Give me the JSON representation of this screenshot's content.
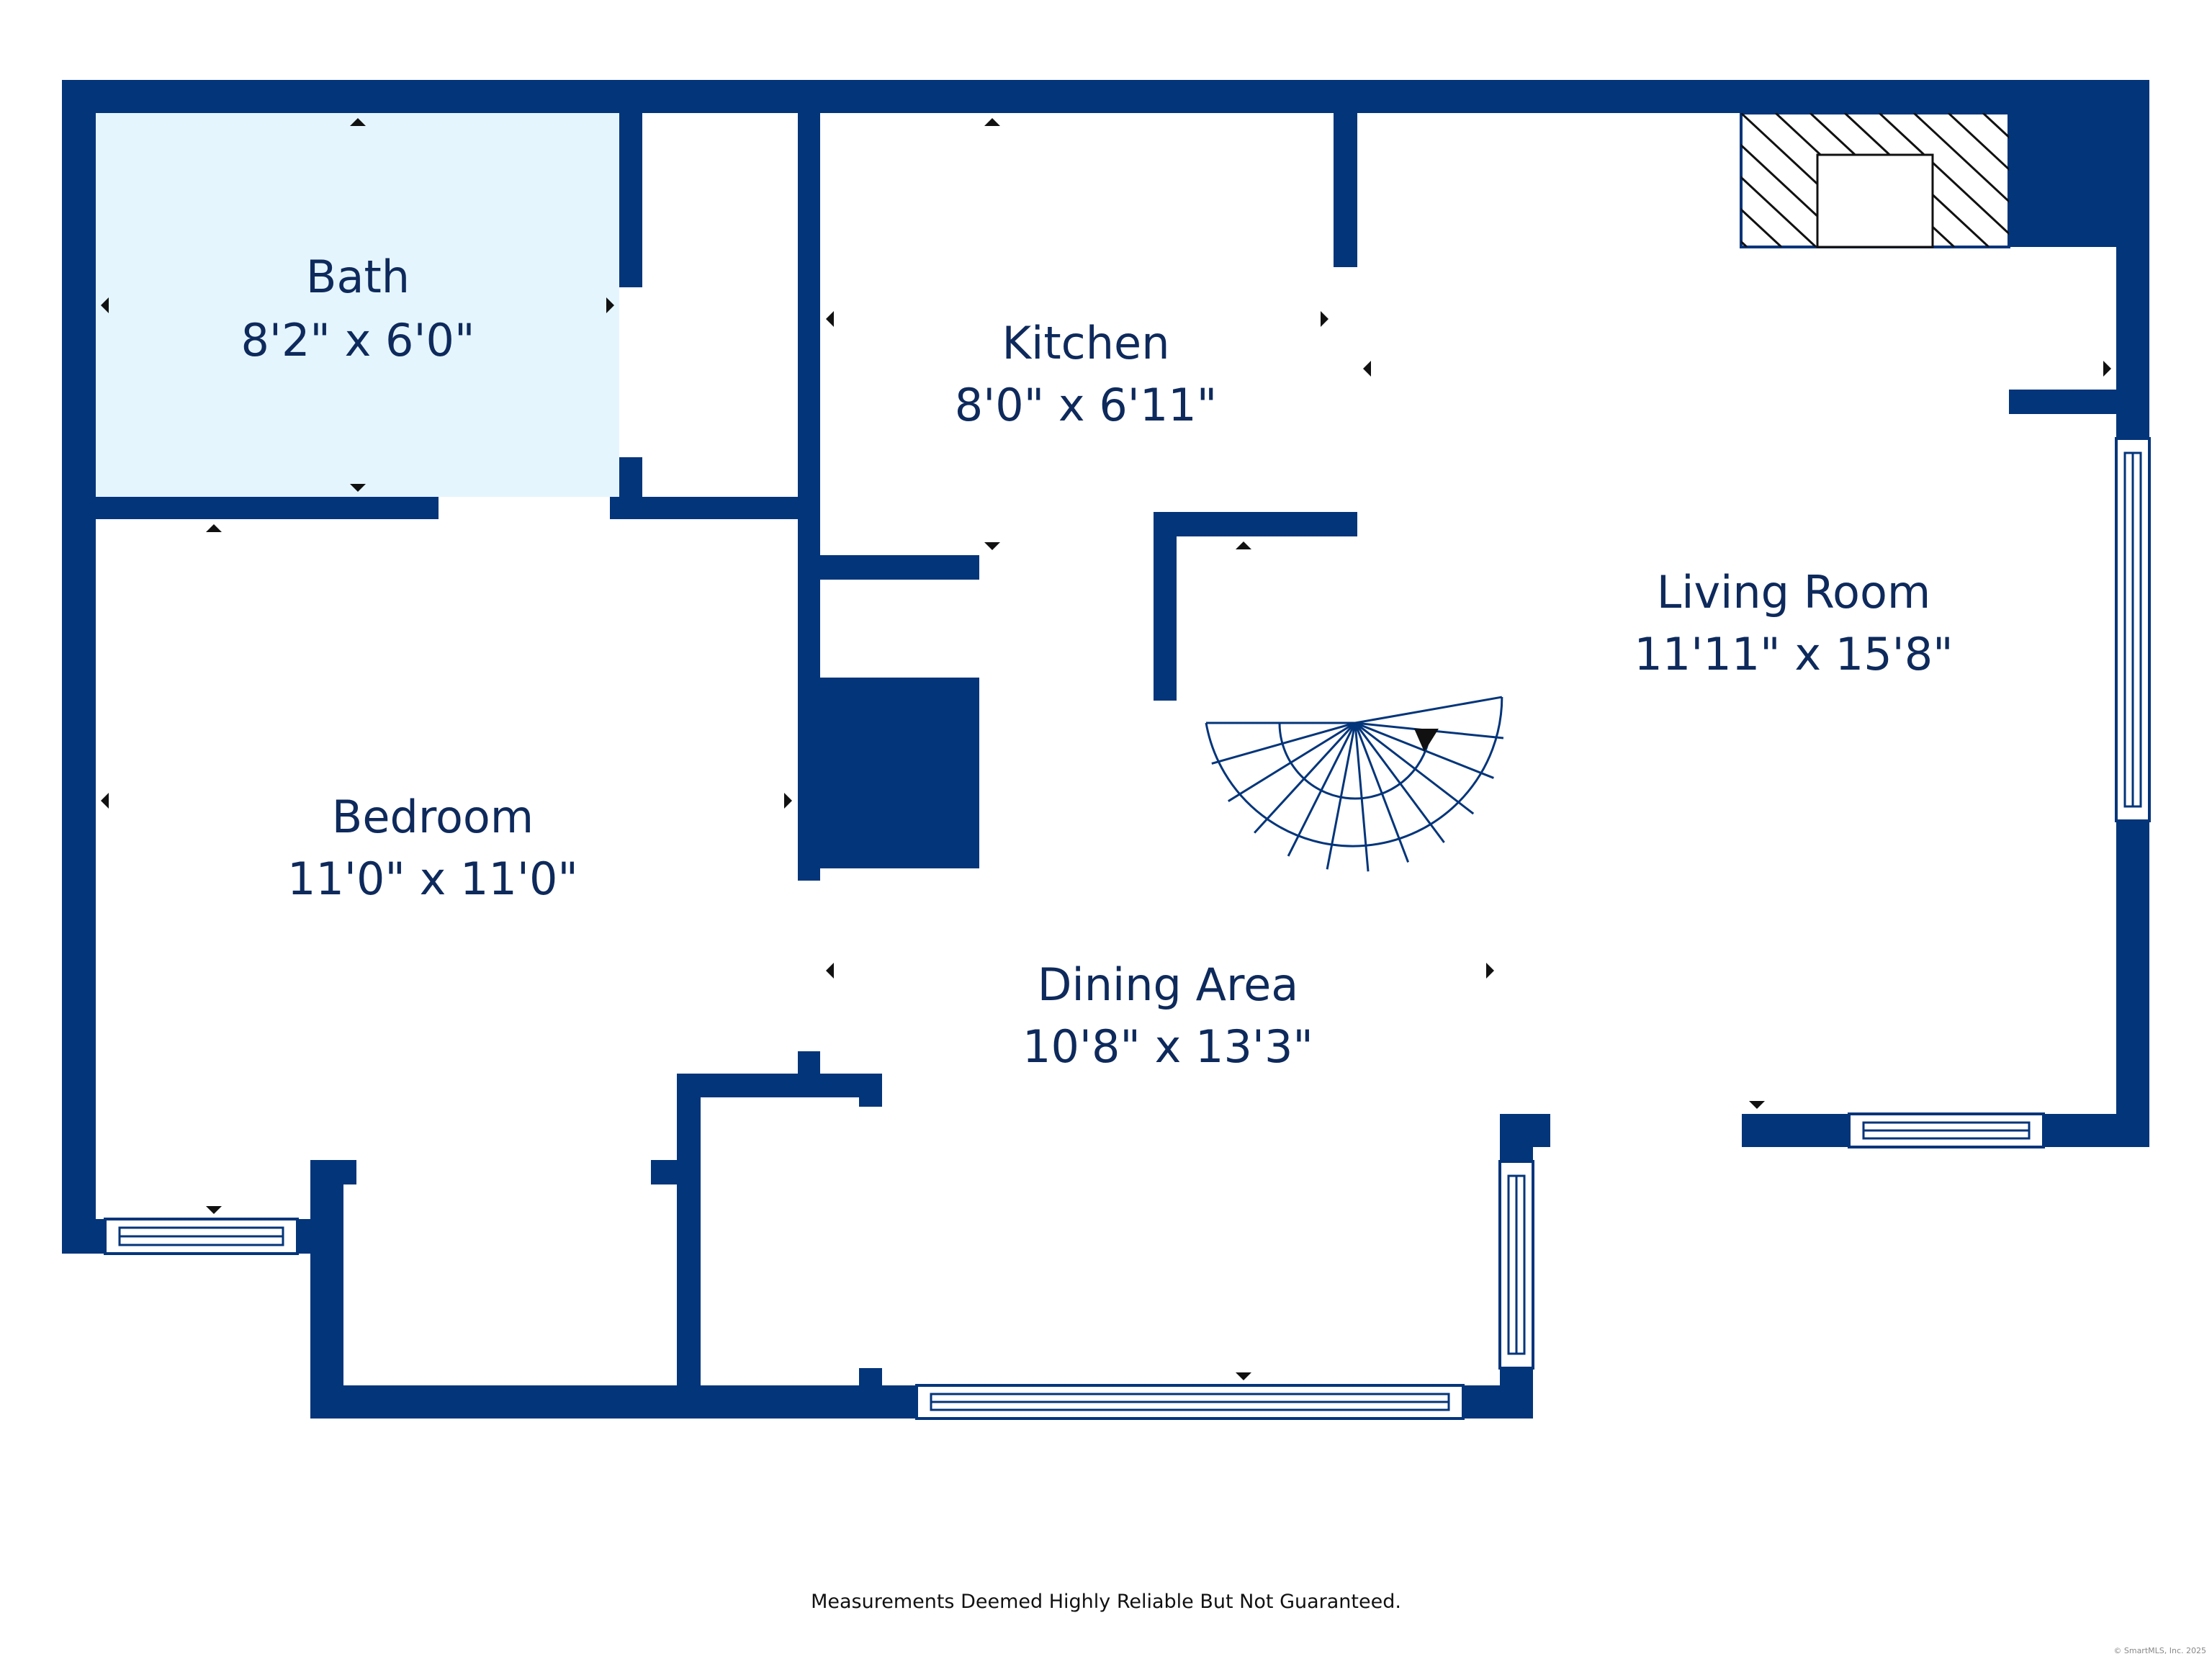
{
  "colors": {
    "wall": "#03357a",
    "bath_fill": "#e5f5fd",
    "text": "#0e2a5c",
    "opening": "#ffffff",
    "window_line": "#03357a"
  },
  "rooms": {
    "bath": {
      "name": "Bath",
      "dimensions": "8'2\" x 6'0\""
    },
    "kitchen": {
      "name": "Kitchen",
      "dimensions": "8'0\" x 6'11\""
    },
    "bedroom": {
      "name": "Bedroom",
      "dimensions": "11'0\" x 11'0\""
    },
    "living_room": {
      "name": "Living Room",
      "dimensions": "11'11\" x 15'8\""
    },
    "dining_area": {
      "name": "Dining Area",
      "dimensions": "10'8\" x 13'3\""
    }
  },
  "fixtures": {
    "fireplace_icon": "fireplace-icon",
    "staircase_icon": "spiral-staircase-icon",
    "arrow_icon": "dimension-arrow-icon"
  },
  "footer": {
    "disclaimer": "Measurements Deemed Highly Reliable But Not Guaranteed.",
    "copyright": "© SmartMLS, Inc. 2025"
  }
}
